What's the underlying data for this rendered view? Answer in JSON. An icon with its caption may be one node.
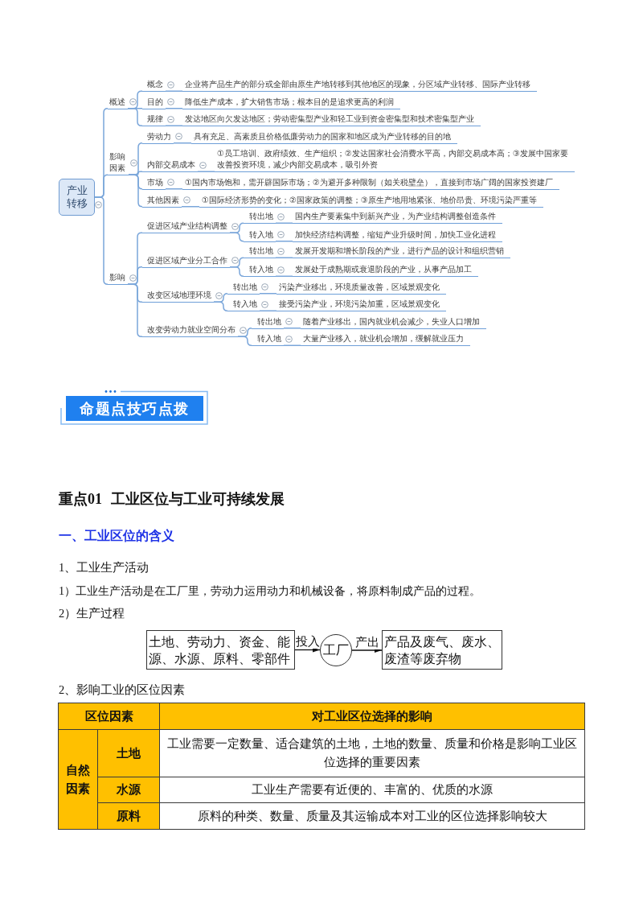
{
  "diagram": {
    "title": "重点01 工业区位与工业可持续发展",
    "nodes": [
      {
        "text": [
          "产业转移"
        ]
      },
      {
        "text": [
          "概述"
        ]
      },
      {
        "text": [
          "概念"
        ]
      },
      {
        "text": [
          "企业将产品生产的部分或全部由原生产地转移到其他地区的现象，分区域产业转移、国际产业转移"
        ]
      },
      {
        "text": [
          "目的"
        ]
      },
      {
        "text": [
          "降低生产成本，扩大销售市场；根本目的是追求更高的利润"
        ]
      },
      {
        "text": [
          "规律"
        ]
      },
      {
        "text": [
          "发达地区向欠发达地区；劳动密集型产业和轻工业到资金密集型和技术密集型产业"
        ]
      },
      {
        "text": [
          "影响因素"
        ]
      },
      {
        "text": [
          "劳动力"
        ]
      },
      {
        "text": [
          "具有充足、高素质且价格低廉劳动力的国家和地区成为产业转移的目的地"
        ]
      },
      {
        "text": [
          "内部交易成本"
        ]
      },
      {
        "text": [
          "①员工培训、政府绩效、生产组织；②发达国家社会消费水平高，内部交易成本高；③发展中国家要改善投资环境，减少内部交易成本，吸引外资"
        ]
      },
      {
        "text": [
          "市场"
        ]
      },
      {
        "text": [
          "①国内市场饱和，需开辟国际市场；②为避开多种限制（如关税壁垒），直接到市场广阔的国家投资建厂"
        ]
      },
      {
        "text": [
          "其他因素"
        ]
      },
      {
        "text": [
          "①国际经济形势的变化；②国家政策的调整；③原生产地用地紧张、地价昂贵、环境污染严重等"
        ]
      },
      {
        "text": [
          "影响"
        ]
      },
      {
        "text": [
          "促进区域产业结构调整"
        ]
      },
      {
        "text": [
          "转出地"
        ]
      },
      {
        "text": [
          "国内生产要素集中到新兴产业，为产业结构调整创造条件"
        ]
      },
      {
        "text": [
          "转入地"
        ]
      },
      {
        "text": [
          "加快经济结构调整，缩短产业升级时间，加快工业化进程"
        ]
      },
      {
        "text": [
          "促进区域产业分工合作"
        ]
      },
      {
        "text": [
          "转出地"
        ]
      },
      {
        "text": [
          "发展开发期和增长阶段的产业，进行产品的设计和组织营销"
        ]
      },
      {
        "text": [
          "转入地"
        ]
      },
      {
        "text": [
          "发展处于成熟期或衰退阶段的产业，从事产品加工"
        ]
      },
      {
        "text": [
          "改变区域地理环境"
        ]
      },
      {
        "text": [
          "转出地"
        ]
      },
      {
        "text": [
          "污染产业移出，环境质量改善，区域景观变化"
        ]
      },
      {
        "text": [
          "转入地"
        ]
      },
      {
        "text": [
          "接受污染产业，环境污染加重，区域景观变化"
        ]
      },
      {
        "text": [
          "改变劳动力就业空间分布"
        ]
      },
      {
        "text": [
          "转出地"
        ]
      },
      {
        "text": [
          "随着产业移出，国内就业机会减少，失业人口增加"
        ]
      },
      {
        "text": [
          "转入地"
        ]
      },
      {
        "text": [
          "大量产业移入，就业机会增加，缓解就业压力"
        ]
      },
      {
        "text": [
          "命题点技巧点拨"
        ]
      },
      {
        "text": [
          "土地、劳动力、资金、能源、水源、原料、零部件"
        ]
      },
      {
        "text": [
          "工厂"
        ]
      },
      {
        "text": [
          "产品及废气、废水、废渣等废弃物"
        ]
      }
    ],
    "edges": [
      {
        "from": 0,
        "to": 1,
        "arrow": "none"
      },
      {
        "from": 1,
        "to": 2,
        "arrow": "none"
      },
      {
        "from": 2,
        "to": 3,
        "arrow": "none"
      },
      {
        "from": 1,
        "to": 4,
        "arrow": "none"
      },
      {
        "from": 4,
        "to": 5,
        "arrow": "none"
      },
      {
        "from": 1,
        "to": 6,
        "arrow": "none"
      },
      {
        "from": 6,
        "to": 7,
        "arrow": "none"
      },
      {
        "from": 0,
        "to": 8,
        "arrow": "none"
      },
      {
        "from": 8,
        "to": 9,
        "arrow": "none"
      },
      {
        "from": 9,
        "to": 10,
        "arrow": "none"
      },
      {
        "from": 8,
        "to": 11,
        "arrow": "none"
      },
      {
        "from": 11,
        "to": 12,
        "arrow": "none"
      },
      {
        "from": 8,
        "to": 13,
        "arrow": "none"
      },
      {
        "from": 13,
        "to": 14,
        "arrow": "none"
      },
      {
        "from": 8,
        "to": 15,
        "arrow": "none"
      },
      {
        "from": 15,
        "to": 16,
        "arrow": "none"
      },
      {
        "from": 0,
        "to": 17,
        "arrow": "none"
      },
      {
        "from": 17,
        "to": 18,
        "arrow": "none"
      },
      {
        "from": 18,
        "to": 19,
        "arrow": "none"
      },
      {
        "from": 19,
        "to": 20,
        "arrow": "none"
      },
      {
        "from": 18,
        "to": 21,
        "arrow": "none"
      },
      {
        "from": 21,
        "to": 22,
        "arrow": "none"
      },
      {
        "from": 17,
        "to": 23,
        "arrow": "none"
      },
      {
        "from": 23,
        "to": 24,
        "arrow": "none"
      },
      {
        "from": 24,
        "to": 25,
        "arrow": "none"
      },
      {
        "from": 23,
        "to": 26,
        "arrow": "none"
      },
      {
        "from": 26,
        "to": 27,
        "arrow": "none"
      },
      {
        "from": 17,
        "to": 28,
        "arrow": "none"
      },
      {
        "from": 28,
        "to": 29,
        "arrow": "none"
      },
      {
        "from": 29,
        "to": 30,
        "arrow": "none"
      },
      {
        "from": 28,
        "to": 31,
        "arrow": "none"
      },
      {
        "from": 31,
        "to": 32,
        "arrow": "none"
      },
      {
        "from": 17,
        "to": 33,
        "arrow": "none"
      },
      {
        "from": 33,
        "to": 34,
        "arrow": "none"
      },
      {
        "from": 34,
        "to": 35,
        "arrow": "none"
      },
      {
        "from": 33,
        "to": 36,
        "arrow": "none"
      },
      {
        "from": 36,
        "to": 37,
        "arrow": "none"
      },
      {
        "from": 39,
        "to": 40,
        "label": "投入",
        "arrow": "to",
        "color": "#111111"
      },
      {
        "from": 40,
        "to": 41,
        "label": "产出",
        "arrow": "to",
        "color": "#111111"
      }
    ],
    "labels": [
      "一、工业区位的含义",
      "1、工业生产活动",
      "1）工业生产活动是在工厂里，劳动力运用动力和机械设备，将原料制成产品的过程。",
      "2）生产过程",
      "2、影响工业的区位因素",
      "区位因素",
      "对工业区位选择的影响",
      "自然因素",
      "土地",
      "工业需要一定数量、适合建筑的土地，土地的数量、质量和价格是影响工业区位选择的重要因素",
      "水源",
      "工业生产需要有近便的、丰富的、优质的水源",
      "原料",
      "原料的种类、数量、质量及其运输成本对工业的区位选择影响较大"
    ]
  }
}
